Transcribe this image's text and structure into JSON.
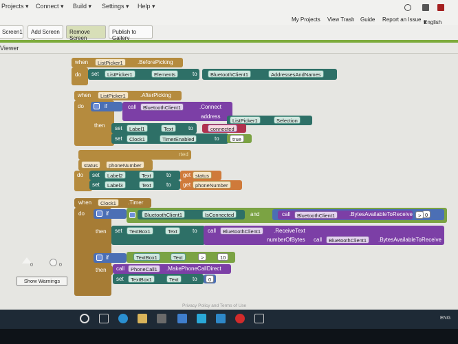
{
  "menu": {
    "projects": "Projects",
    "connect": "Connect",
    "build": "Build",
    "settings": "Settings",
    "help": "Help",
    "caret": "▾"
  },
  "nav": {
    "my_projects": "My Projects",
    "view_trash": "View Trash",
    "guide": "Guide",
    "report_issue": "Report an Issue",
    "language": "English",
    "lang_caret": "▾"
  },
  "toolbar": {
    "screen": "Screen1",
    "add_screen": "Add Screen ...",
    "remove_screen": "Remove Screen",
    "publish": "Publish to Gallery"
  },
  "viewer": {
    "title": "Viewer"
  },
  "blocks": {
    "b1": {
      "when": "when",
      "component": "ListPicker1",
      "event": ".BeforePicking",
      "do": "do",
      "set": "set",
      "target": "ListPicker1",
      "prop": "Elements",
      "to": "to",
      "src_comp": "BluetoothClient1",
      "src_prop": "AddressesAndNames"
    },
    "b2": {
      "when": "when",
      "component": "ListPicker1",
      "event": ".AfterPicking",
      "do": "do",
      "if": "if",
      "call": "call",
      "call_comp": "BluetoothClient1",
      "call_method": ".Connect",
      "address": "address",
      "addr_comp": "ListPicker1",
      "addr_prop": "Selection",
      "then": "then",
      "set": "set",
      "set1_comp": "Label1",
      "set1_prop": "Text",
      "to": "to",
      "set1_val": "connected",
      "set2_comp": "Clock1",
      "set2_prop": "TimerEnabled",
      "set2_val": "true"
    },
    "b3": {
      "partial": "rted",
      "param1": "status",
      "param2": "phoneNumber",
      "do": "do",
      "set": "set",
      "set1_comp": "Label2",
      "set1_prop": "Text",
      "to": "to",
      "get": "get",
      "get1": "status",
      "set2_comp": "Label3",
      "set2_prop": "Text",
      "get2": "phoneNumber"
    },
    "b4": {
      "when": "when",
      "component": "Clock1",
      "event": ".Timer",
      "do": "do",
      "if": "if",
      "bt_comp": "BluetoothClient1",
      "bt_prop": "IsConnected",
      "and": "and",
      "call": "call",
      "call_comp": "BluetoothClient1",
      "call_method": ".BytesAvailableToReceive",
      "op_gt": ">",
      "zero": "0",
      "then": "then",
      "set": "set",
      "tb_comp": "TextBox1",
      "tb_prop": "Text",
      "to": "to",
      "recv_comp": "BluetoothClient1",
      "recv_method": ".ReceiveText",
      "numbytes": "numberOfBytes",
      "nb_comp": "BluetoothClient1",
      "nb_method": ".BytesAvailableToReceive",
      "if2": "if",
      "cmp_comp": "TextBox1",
      "cmp_prop": "Text",
      "cmp_op": ">",
      "ten": "10",
      "then2": "then",
      "pc_comp": "PhoneCall1",
      "pc_method": ".MakePhoneCallDirect",
      "set3_comp": "TextBox1",
      "set3_prop": "Text",
      "set3_val": "0"
    }
  },
  "warnings": {
    "warn_count": "0",
    "err_count": "0",
    "button": "Show Warnings"
  },
  "footer": {
    "privacy": "Privacy Policy and Terms of Use"
  },
  "taskbar": {
    "lang": "ENG"
  },
  "colors": {
    "event": "#b58b3e",
    "setter": "#2e7067",
    "call": "#7c3fa6",
    "logic": "#7ba343",
    "text": "#b0324e",
    "variable": "#cf7a3a"
  }
}
